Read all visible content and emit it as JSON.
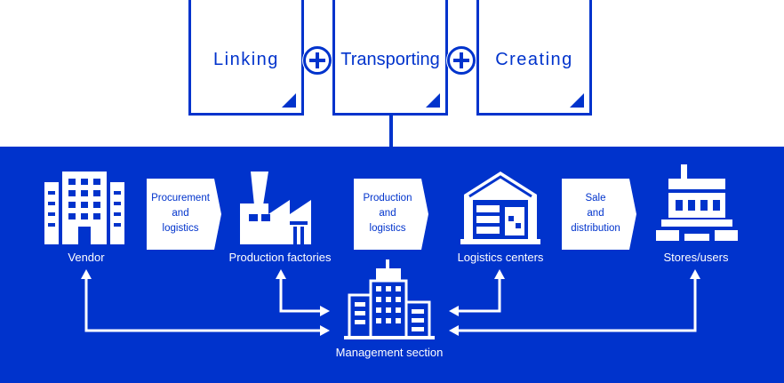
{
  "top_boxes": [
    {
      "label": "Linking"
    },
    {
      "label": "Transporting"
    },
    {
      "label": "Creating"
    }
  ],
  "nodes": {
    "vendor": "Vendor",
    "factories": "Production factories",
    "logistics": "Logistics centers",
    "stores": "Stores/users",
    "management": "Management section"
  },
  "steps": [
    {
      "line1": "Procurement",
      "line2": "and",
      "line3": "logistics"
    },
    {
      "line1": "Production",
      "line2": "and",
      "line3": "logistics"
    },
    {
      "line1": "Sale",
      "line2": "and",
      "line3": "distribution"
    }
  ],
  "colors": {
    "primary": "#0033cc",
    "background": "#ffffff"
  },
  "icons": [
    "plus-icon",
    "building-icon",
    "factory-icon",
    "warehouse-icon",
    "store-icon",
    "office-tower-icon"
  ]
}
